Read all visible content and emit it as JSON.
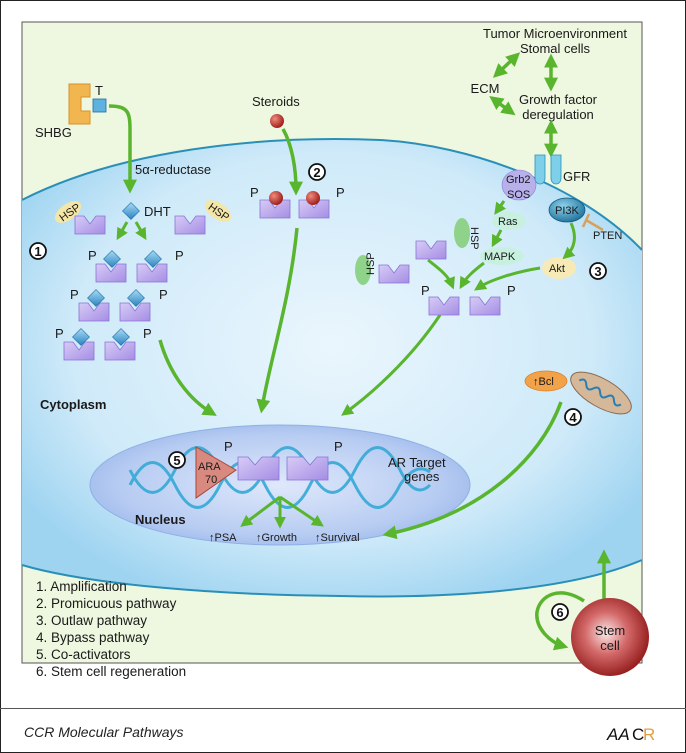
{
  "figure": {
    "footer_title": "CCR Molecular Pathways",
    "logo_text": "AACR",
    "colors": {
      "extracellular": "#eef7df",
      "cytoplasm": "#bfe3f6",
      "membrane": "#2a8fb8",
      "nucleus": "#a9c3ee",
      "arrow": "#5ab52e",
      "receptor": "#b9a3ea",
      "dht": "#4aa3d6",
      "steroid": "#b8231c",
      "hsp_yellow": "#f3e6a6",
      "hsp_green": "#8fd38a",
      "stem_cell": "#b32a2a",
      "bcl": "#f2a34a",
      "ara70": "#d98a80",
      "pi3k": "#2d8fb3"
    }
  },
  "labels": {
    "tumor_microenvironment": "Tumor Microenvironment",
    "stromal_cells": "Stomal cells",
    "ecm": "ECM",
    "growth_factor_1": "Growth factor",
    "growth_factor_2": "deregulation",
    "shbg": "SHBG",
    "t": "T",
    "steroids": "Steroids",
    "five_alpha_reductase": "5α-reductase",
    "dht": "DHT",
    "hsp": "HSP",
    "p": "P",
    "grb2": "Grb2",
    "sos": "SOS",
    "gfr": "GFR",
    "ras": "Ras",
    "mapk": "MAPK",
    "pi3k": "PI3K",
    "pten": "PTEN",
    "akt": "Akt",
    "bcl": "↑Bcl",
    "cytoplasm": "Cytoplasm",
    "nucleus": "Nucleus",
    "ara70_1": "ARA",
    "ara70_2": "70",
    "ar_target_1": "AR Target",
    "ar_target_2": "genes",
    "psa": "↑PSA",
    "growth": "↑Growth",
    "survival": "↑Survival",
    "stem_1": "Stem",
    "stem_2": "cell"
  },
  "markers": [
    "1",
    "2",
    "3",
    "4",
    "5",
    "6"
  ],
  "legend": [
    "1. Amplification",
    "2. Promicuous pathway",
    "3. Outlaw pathway",
    "4. Bypass pathway",
    "5. Co-activators",
    "6. Stem cell regeneration"
  ]
}
